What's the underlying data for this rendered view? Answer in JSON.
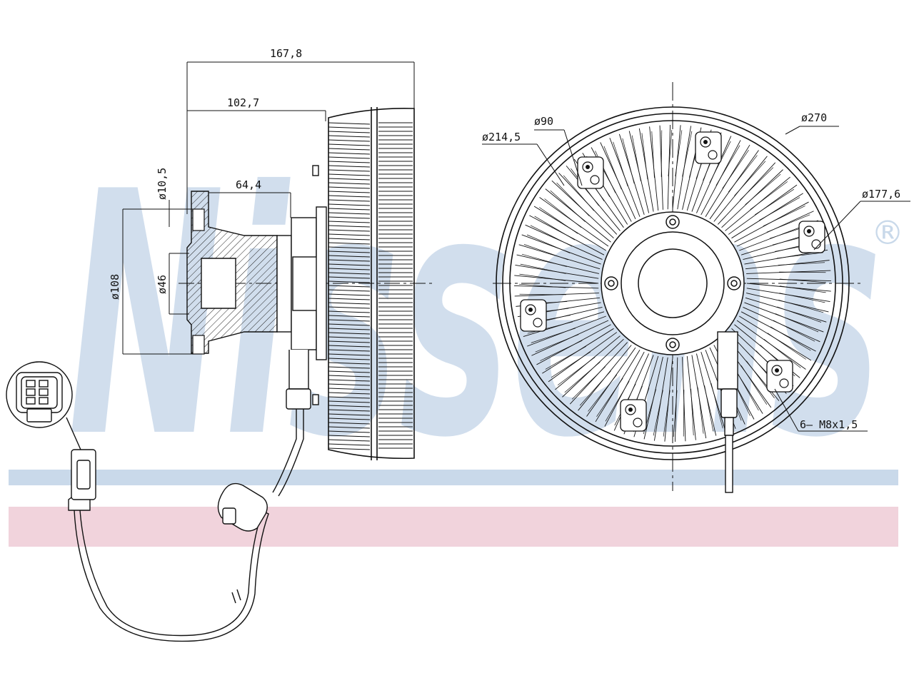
{
  "watermark": {
    "brand": "Nissens",
    "registered": "®",
    "color": "#c9d9ea",
    "band_blue": "#c9d9ea",
    "band_pink": "#f1d3dc"
  },
  "dimensions": {
    "overall_length": "167,8",
    "hub_to_fan": "102,7",
    "shaft_length": "64,4",
    "bolt_hole": "ø10,5",
    "flange_dia": "ø108",
    "shaft_dia": "ø46",
    "pcd_90": "ø90",
    "pcd_214": "ø214,5",
    "outer_270": "ø270",
    "dia_177": "ø177,6",
    "thread": "6– M8x1,5"
  }
}
